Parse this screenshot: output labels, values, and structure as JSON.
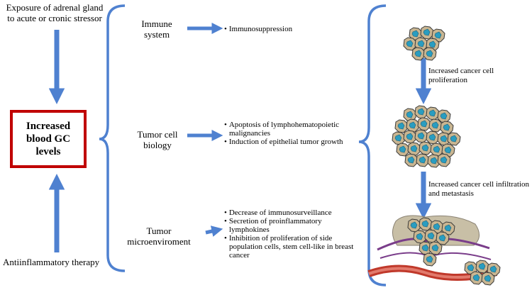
{
  "sources": {
    "stressor_line1": "Exposure of adrenal gland",
    "stressor_line2": "to acute or cronic stressor",
    "therapy": "Antiinflammatory therapy"
  },
  "central": {
    "label": "Increased\nblood GC\nlevels"
  },
  "systems": [
    {
      "label_lines": [
        "Immune",
        "system"
      ],
      "effects": [
        "Immunosuppression"
      ]
    },
    {
      "label_lines": [
        "Tumor cell",
        "biology"
      ],
      "effects": [
        "Apoptosis of lymphohematopoietic malignancies",
        "Induction of epithelial tumor growth"
      ]
    },
    {
      "label_lines": [
        "Tumor",
        "microenviroment"
      ],
      "effects": [
        "Decrease of immunosurveillance",
        "Secretion of proinflammatory lymphokines",
        "Inhibition of proliferation of side population cells, stem cell-like in breast cancer"
      ]
    }
  ],
  "progression": {
    "step1_lines": [
      "Increased cancer cell",
      "proliferation"
    ],
    "step2_lines": [
      "Increased cancer cell infiltration",
      "and metastasis"
    ]
  },
  "colors": {
    "arrow": "#4f81d0",
    "brace": "#4f81d0",
    "box_border": "#c00000",
    "cell_fill": "#c9b692",
    "cell_nucleus": "#2a9dc0",
    "vessel": "#c0392b"
  },
  "icons": [
    "cell-cluster-small-icon",
    "cell-cluster-large-icon",
    "metastasis-illustration-icon"
  ]
}
